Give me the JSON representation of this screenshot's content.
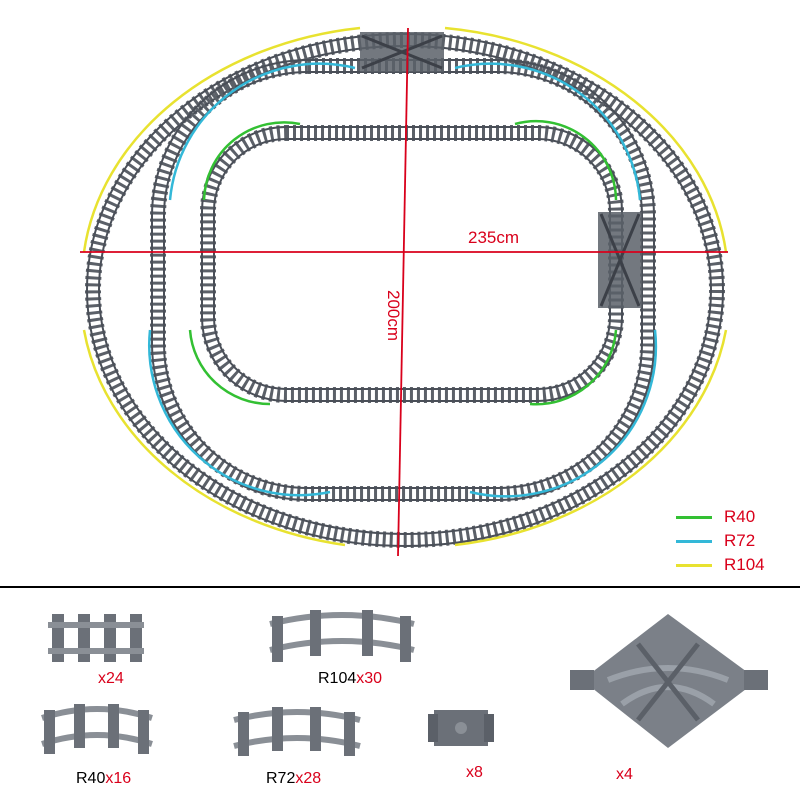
{
  "dimensions": {
    "width": "235cm",
    "height": "200cm"
  },
  "legend": [
    {
      "label": "R40",
      "color": "#33c033"
    },
    {
      "label": "R72",
      "color": "#33b8d8"
    },
    {
      "label": "R104",
      "color": "#e8e230"
    }
  ],
  "colors": {
    "track": "#4a4f58",
    "sleeper": "#5b6068",
    "dimension_line": "#d9001b",
    "quantity_text": "#d9001b"
  },
  "parts": {
    "straight": {
      "name": "",
      "qty": "x24"
    },
    "r104": {
      "name": "R104",
      "qty": "x30"
    },
    "r40": {
      "name": "R40",
      "qty": "x16"
    },
    "r72": {
      "name": "R72",
      "qty": "x28"
    },
    "buffer": {
      "name": "",
      "qty": "x8"
    },
    "switch": {
      "name": "",
      "qty": "x4"
    }
  }
}
